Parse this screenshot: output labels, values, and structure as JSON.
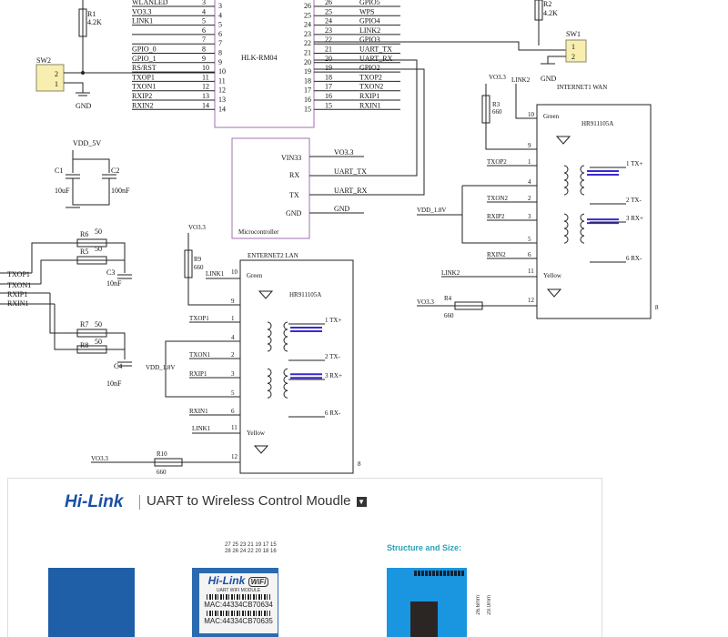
{
  "schematic": {
    "hlk": {
      "name": "HLK-RM04",
      "left": [
        {
          "net": "WLANLED",
          "n": "3"
        },
        {
          "net": "VO3.3",
          "n": "4"
        },
        {
          "net": "LINK1",
          "n": "5"
        },
        {
          "net": "",
          "n": "6"
        },
        {
          "net": "",
          "n": "7"
        },
        {
          "net": "GPIO_0",
          "n": "8"
        },
        {
          "net": "GPIO_1",
          "n": "9"
        },
        {
          "net": "RS/RST",
          "n": "10"
        },
        {
          "net": "TXOP1",
          "n": "11"
        },
        {
          "net": "TXON1",
          "n": "12"
        },
        {
          "net": "RXIP2",
          "n": "13"
        },
        {
          "net": "RXIN2",
          "n": "14"
        }
      ],
      "right": [
        {
          "net": "GPIO5",
          "n": "26"
        },
        {
          "net": "WPS",
          "n": "25"
        },
        {
          "net": "GPIO4",
          "n": "24"
        },
        {
          "net": "LINK2",
          "n": "23"
        },
        {
          "net": "GPIO3",
          "n": "22"
        },
        {
          "net": "UART_TX",
          "n": "21"
        },
        {
          "net": "UART_RX",
          "n": "20"
        },
        {
          "net": "GPIO2",
          "n": "19"
        },
        {
          "net": "TXOP2",
          "n": "18"
        },
        {
          "net": "TXON2",
          "n": "17"
        },
        {
          "net": "RXIP1",
          "n": "16"
        },
        {
          "net": "RXIN1",
          "n": "15"
        }
      ]
    },
    "r1": {
      "ref": "R1",
      "val": "4.2K"
    },
    "sw2": {
      "ref": "SW2",
      "p2": "2",
      "p1": "1",
      "gnd": "GND"
    },
    "r2": {
      "ref": "R2",
      "val": "4.2K"
    },
    "sw1": {
      "ref": "SW1",
      "p1": "1",
      "p2": "2",
      "gnd": "GND"
    },
    "mcu": {
      "name": "Microcontroller",
      "pins": [
        "VIN33",
        "RX",
        "TX",
        "GND"
      ],
      "nets": [
        "VO3.3",
        "UART_TX",
        "UART_RX",
        "GND"
      ]
    },
    "power": {
      "vdd": "VDD_5V",
      "c1": "C1",
      "c1v": "10uF",
      "c2": "C2",
      "c2v": "100nF"
    },
    "lan_res": {
      "nets": [
        "TXOP1",
        "TXON1",
        "RXIP1",
        "RXIN1"
      ],
      "r6": "R6",
      "r5": "R5",
      "r7": "R7",
      "r8": "R8",
      "val": "50",
      "c3": "C3",
      "c4": "C4",
      "cval": "10nF"
    },
    "wan": {
      "title": "INTERNET1 WAN",
      "part": "HR911105A",
      "vo": "VO3.3",
      "link": "LINK2",
      "r3": "R3",
      "r3v": "660",
      "r4": "R4",
      "r4v": "660",
      "vdd": "VDD_1.8V",
      "green": "Green",
      "yellow": "Yellow",
      "nets": [
        "TXOP2",
        "TXON2",
        "RXIP2",
        "RXIN2"
      ],
      "pins": [
        "10",
        "9",
        "1",
        "4",
        "2",
        "3",
        "5",
        "6",
        "11",
        "12"
      ],
      "out": [
        "1 TX+",
        "2 TX-",
        "3 RX+",
        "6 RX-"
      ],
      "p8": "8",
      "vo2": "VO3.3",
      "link2": "LINK2"
    },
    "lan": {
      "title": "ENTERNET2 LAN",
      "part": "HR911105A",
      "vo": "VO3.3",
      "link": "LINK1",
      "r9": "R9",
      "r9v": "660",
      "r10": "R10",
      "r10v": "660",
      "vdd": "VDD_1.8V",
      "green": "Green",
      "yellow": "Yellow",
      "nets": [
        "TXOP1",
        "TXON1",
        "RXIP1",
        "RXIN1"
      ],
      "pins": [
        "10",
        "9",
        "1",
        "4",
        "2",
        "3",
        "5",
        "6",
        "11",
        "12"
      ],
      "out": [
        "1 TX+",
        "2 TX-",
        "3 RX+",
        "6 RX-"
      ],
      "p8": "8",
      "vo2": "VO3.3",
      "link2": "LINK1"
    }
  },
  "banner": {
    "brand": "Hi-Link",
    "title": "UART to Wireless Control Moudle",
    "title_icon": "▼",
    "structure": "Structure and Size:",
    "pins_top": "27  25  23  21  19  17  15",
    "pins_bottom": "28  26  24  22  20  18  16",
    "module_brand": "Hi-Link",
    "module_wifi": "WiFi",
    "module_type": "UART WIFI MODULE",
    "mac1": "MAC:44334CB70634",
    "mac2": "MAC:44334CB70635",
    "dim1": "26.6mm",
    "dim2": "29.0mm",
    "colors": {
      "brand": "#1b4fa3",
      "structure": "#2aa3b8",
      "board": "#1a96e0"
    }
  }
}
